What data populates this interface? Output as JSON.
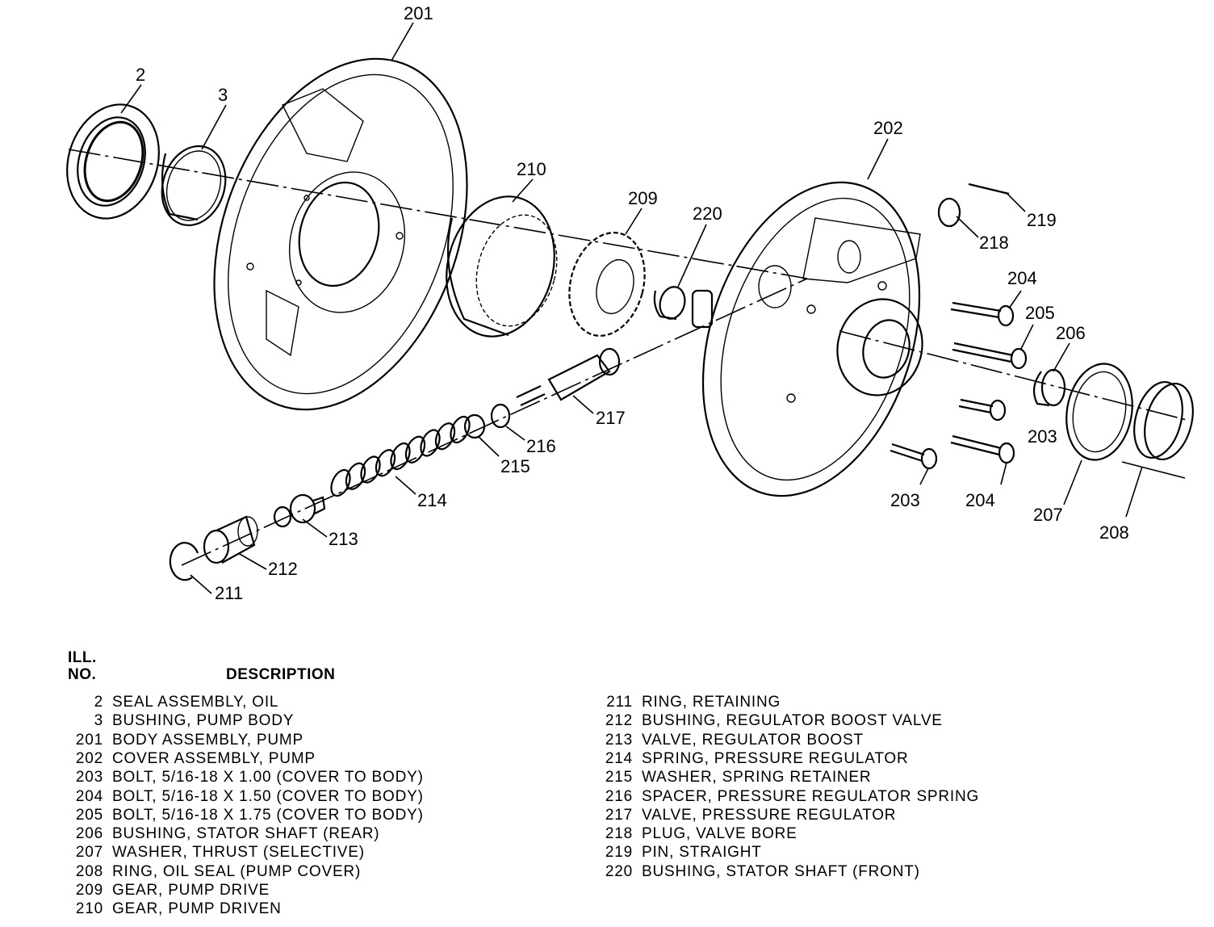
{
  "diagram": {
    "title": "Pump assembly exploded view",
    "callouts": [
      {
        "id": "2"
      },
      {
        "id": "3"
      },
      {
        "id": "201"
      },
      {
        "id": "202"
      },
      {
        "id": "203"
      },
      {
        "id": "203b"
      },
      {
        "id": "204"
      },
      {
        "id": "204b"
      },
      {
        "id": "205"
      },
      {
        "id": "206"
      },
      {
        "id": "207"
      },
      {
        "id": "208"
      },
      {
        "id": "209"
      },
      {
        "id": "210"
      },
      {
        "id": "211"
      },
      {
        "id": "212"
      },
      {
        "id": "213"
      },
      {
        "id": "214"
      },
      {
        "id": "215"
      },
      {
        "id": "216"
      },
      {
        "id": "217"
      },
      {
        "id": "218"
      },
      {
        "id": "219"
      },
      {
        "id": "220"
      }
    ],
    "labels": {
      "c2": "2",
      "c3": "3",
      "c201": "201",
      "c202": "202",
      "c203a": "203",
      "c203b": "203",
      "c204a": "204",
      "c204b": "204",
      "c205": "205",
      "c206": "206",
      "c207": "207",
      "c208": "208",
      "c209": "209",
      "c210": "210",
      "c211": "211",
      "c212": "212",
      "c213": "213",
      "c214": "214",
      "c215": "215",
      "c216": "216",
      "c217": "217",
      "c218": "218",
      "c219": "219",
      "c220": "220"
    }
  },
  "legend": {
    "header_ill": "ILL.",
    "header_no": "NO.",
    "header_description": "DESCRIPTION",
    "left_column": [
      {
        "no": "2",
        "description": "SEAL ASSEMBLY, OIL"
      },
      {
        "no": "3",
        "description": "BUSHING, PUMP BODY"
      },
      {
        "no": "201",
        "description": "BODY ASSEMBLY, PUMP"
      },
      {
        "no": "202",
        "description": "COVER ASSEMBLY, PUMP"
      },
      {
        "no": "203",
        "description": "BOLT, 5/16-18 X 1.00 (COVER TO BODY)"
      },
      {
        "no": "204",
        "description": "BOLT, 5/16-18 X 1.50 (COVER TO BODY)"
      },
      {
        "no": "205",
        "description": "BOLT, 5/16-18 X 1.75 (COVER TO BODY)"
      },
      {
        "no": "206",
        "description": "BUSHING, STATOR SHAFT (REAR)"
      },
      {
        "no": "207",
        "description": "WASHER, THRUST (SELECTIVE)"
      },
      {
        "no": "208",
        "description": "RING, OIL SEAL (PUMP COVER)"
      },
      {
        "no": "209",
        "description": "GEAR, PUMP DRIVE"
      },
      {
        "no": "210",
        "description": "GEAR, PUMP DRIVEN"
      }
    ],
    "right_column": [
      {
        "no": "211",
        "description": "RING, RETAINING"
      },
      {
        "no": "212",
        "description": "BUSHING, REGULATOR BOOST VALVE"
      },
      {
        "no": "213",
        "description": "VALVE, REGULATOR BOOST"
      },
      {
        "no": "214",
        "description": "SPRING, PRESSURE REGULATOR"
      },
      {
        "no": "215",
        "description": "WASHER, SPRING RETAINER"
      },
      {
        "no": "216",
        "description": "SPACER, PRESSURE REGULATOR SPRING"
      },
      {
        "no": "217",
        "description": "VALVE, PRESSURE REGULATOR"
      },
      {
        "no": "218",
        "description": "PLUG, VALVE BORE"
      },
      {
        "no": "219",
        "description": "PIN, STRAIGHT"
      },
      {
        "no": "220",
        "description": "BUSHING, STATOR SHAFT (FRONT)"
      }
    ]
  }
}
